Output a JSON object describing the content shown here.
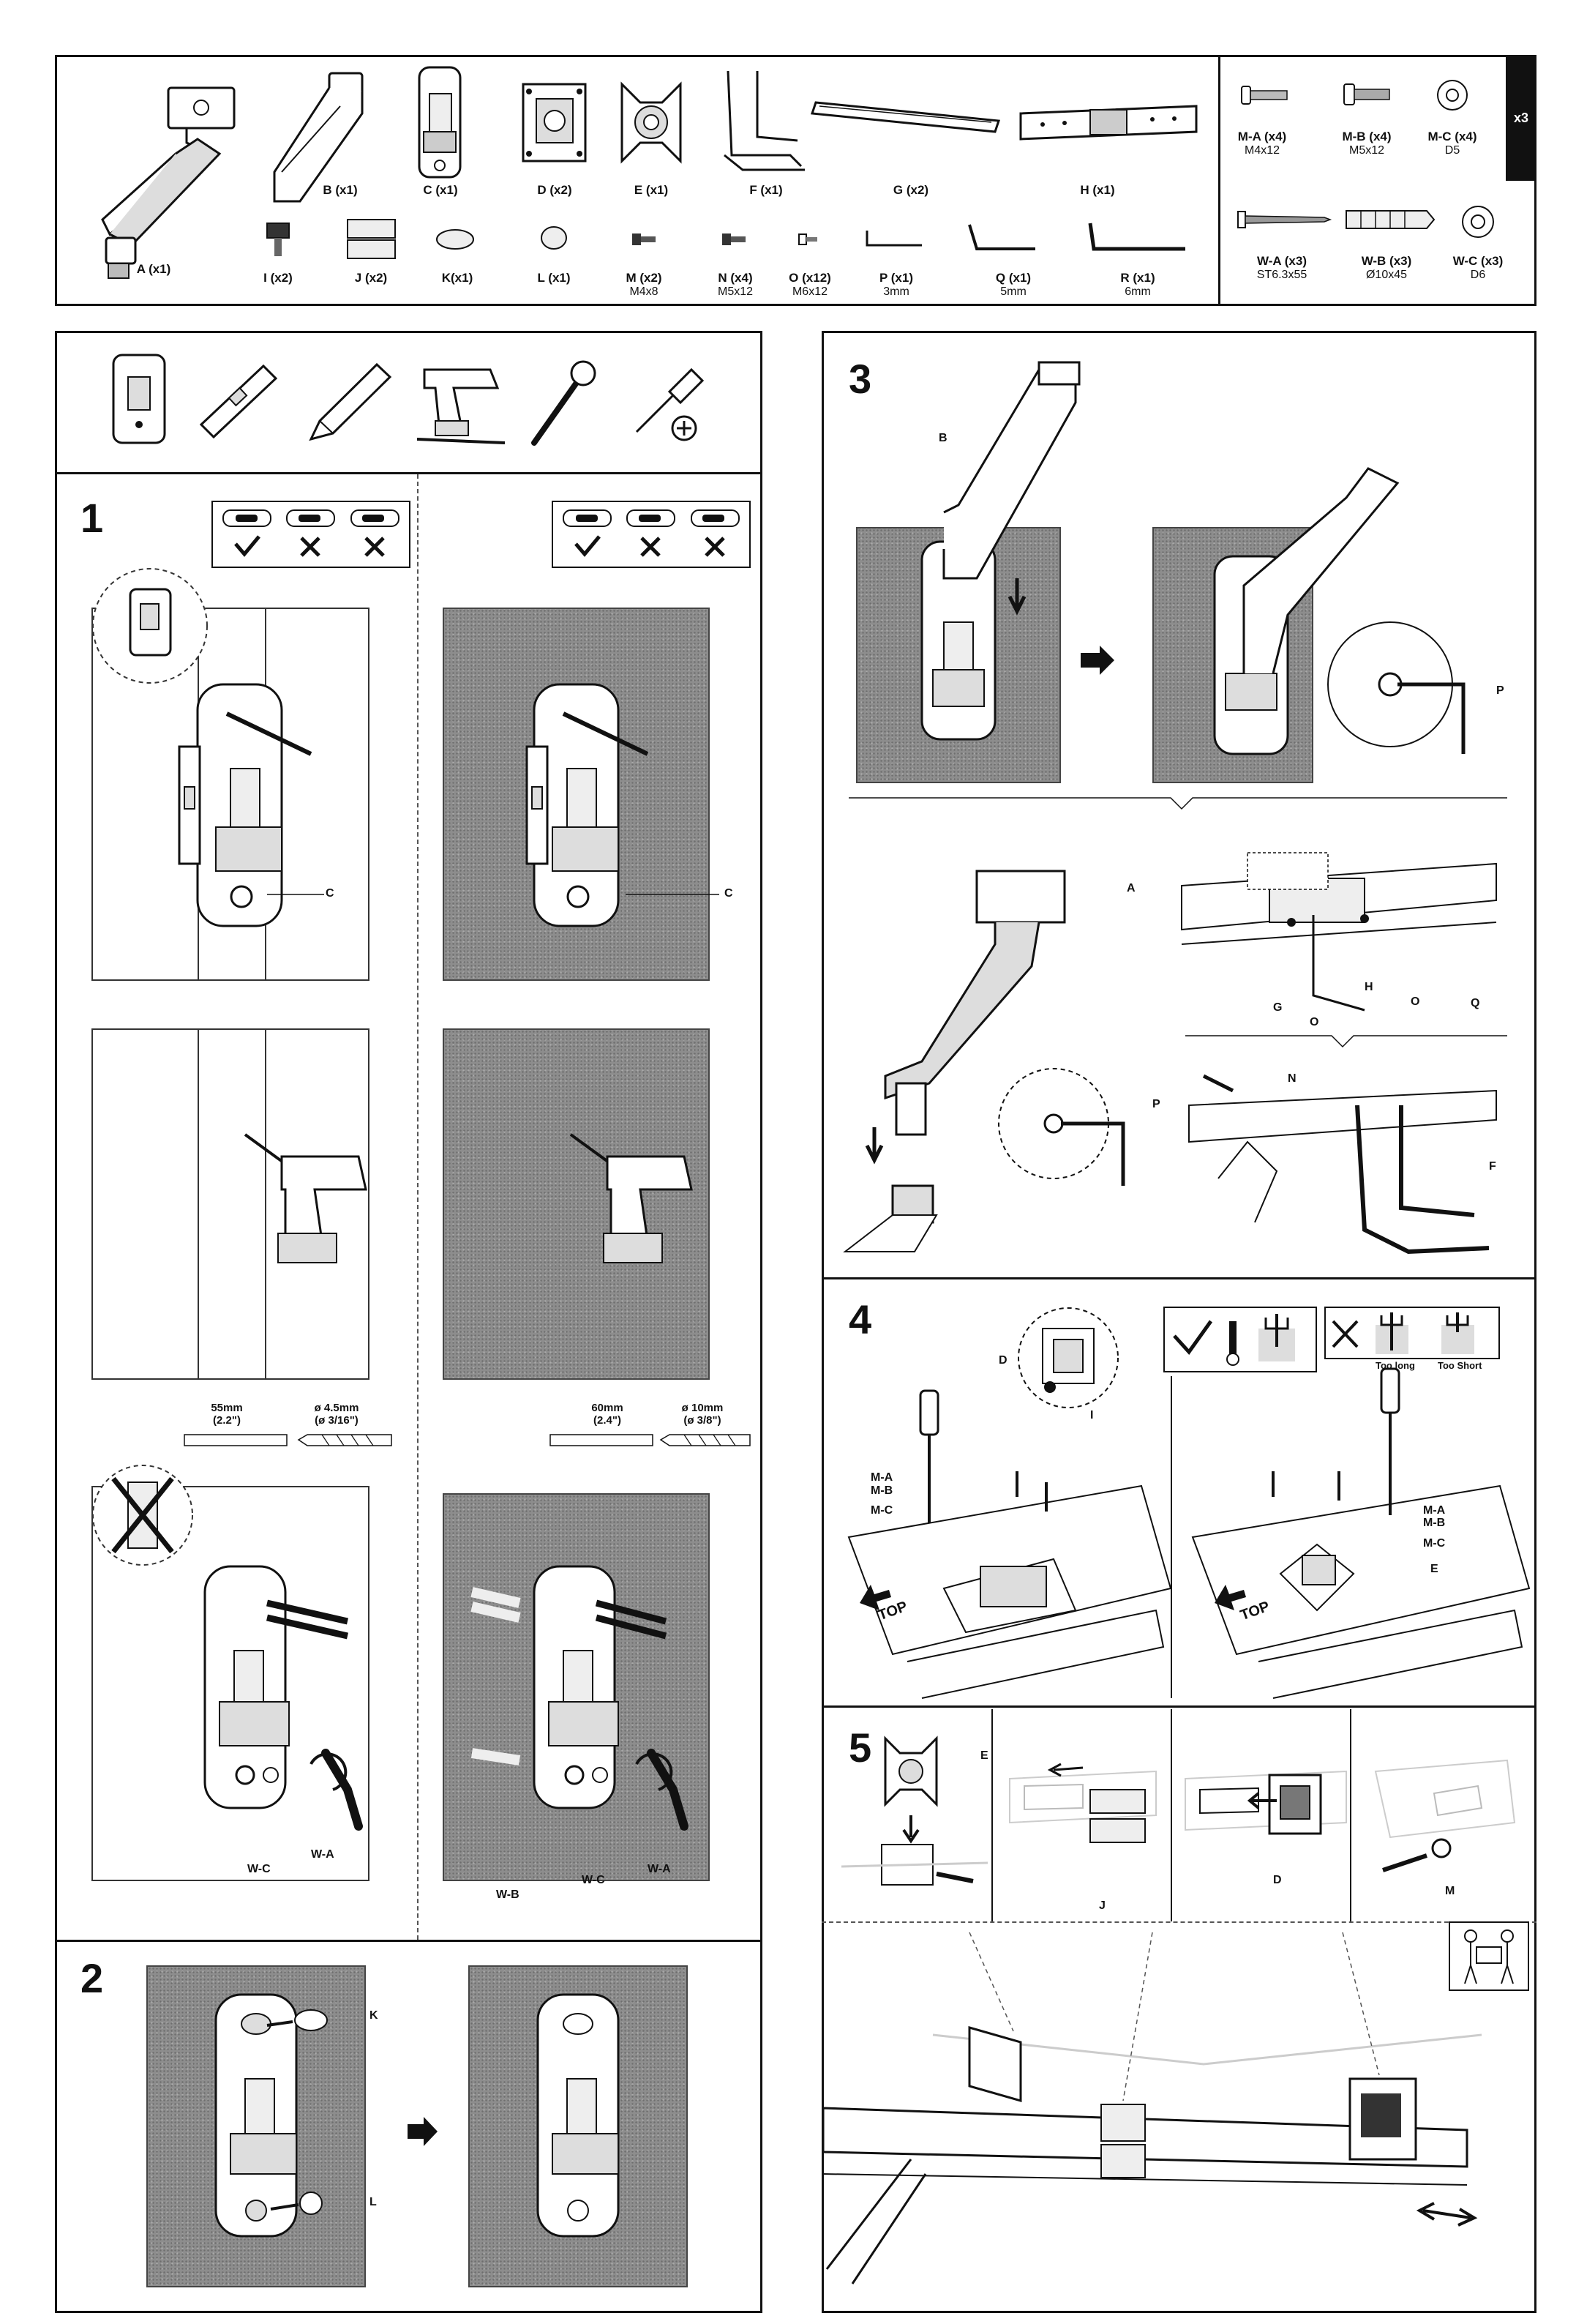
{
  "parts": {
    "arm_row": [
      {
        "label": "A (x1)"
      },
      {
        "label": "B (x1)"
      },
      {
        "label": "C (x1)"
      },
      {
        "label": "D (x2)"
      },
      {
        "label": "E (x1)"
      },
      {
        "label": "F (x1)"
      },
      {
        "label": "G (x2)"
      },
      {
        "label": "H (x1)"
      }
    ],
    "small_row": [
      {
        "label": "I (x2)",
        "spec": ""
      },
      {
        "label": "J (x2)",
        "spec": ""
      },
      {
        "label": "K(x1)",
        "spec": ""
      },
      {
        "label": "L (x1)",
        "spec": ""
      },
      {
        "label": "M (x2)",
        "spec": "M4x8"
      },
      {
        "label": "N (x4)",
        "spec": "M5x12"
      },
      {
        "label": "O (x12)",
        "spec": "M6x12"
      },
      {
        "label": "P (x1)",
        "spec": "3mm"
      },
      {
        "label": "Q (x1)",
        "spec": "5mm"
      },
      {
        "label": "R (x1)",
        "spec": "6mm"
      }
    ],
    "monitor_hardware": [
      {
        "label": "M-A (x4)",
        "spec": "M4x12"
      },
      {
        "label": "M-B (x4)",
        "spec": "M5x12"
      },
      {
        "label": "M-C (x4)",
        "spec": "D5"
      }
    ],
    "monitor_hardware_multiplier": "x3",
    "wall_hardware": [
      {
        "label": "W-A (x3)",
        "spec": "ST6.3x55"
      },
      {
        "label": "W-B (x3)",
        "spec": "Ø10x45"
      },
      {
        "label": "W-C (x3)",
        "spec": "D6"
      }
    ]
  },
  "tools": [
    "stud-finder-icon",
    "level-icon",
    "pencil-icon",
    "drill-icon",
    "wrench-icon",
    "phillips-screwdriver-icon"
  ],
  "step1": {
    "number": "1",
    "wood": {
      "part_c": "C",
      "dim_length": "55mm",
      "dim_length_in": "(2.2\")",
      "dim_drill": "ø 4.5mm",
      "dim_drill_in": "(ø 3/16\")",
      "label_wc": "W-C",
      "label_wa": "W-A"
    },
    "concrete": {
      "part_c": "C",
      "dim_length": "60mm",
      "dim_length_in": "(2.4\")",
      "dim_drill": "ø 10mm",
      "dim_drill_in": "(ø 3/8\")",
      "label_wb": "W-B",
      "label_wc": "W-C",
      "label_wa": "W-A"
    }
  },
  "step2": {
    "number": "2",
    "label_k": "K",
    "label_l": "L"
  },
  "step3": {
    "number": "3",
    "label_b": "B",
    "label_p": "P",
    "label_a": "A",
    "label_p2": "P",
    "label_h": "H",
    "label_g": "G",
    "label_o1": "O",
    "label_o2": "O",
    "label_q": "Q",
    "label_n": "N",
    "label_f": "F"
  },
  "step4": {
    "number": "4",
    "label_d": "D",
    "label_i": "I",
    "left_labels": [
      "M-A",
      "M-B",
      "M-C"
    ],
    "right_labels": [
      "M-A",
      "M-B",
      "M-C"
    ],
    "label_e": "E",
    "top_left": "TOP",
    "top_right": "TOP",
    "too_long": "Too long",
    "too_short": "Too Short"
  },
  "step5": {
    "number": "5",
    "label_e": "E",
    "label_j": "J",
    "label_d": "D",
    "label_m": "M"
  }
}
